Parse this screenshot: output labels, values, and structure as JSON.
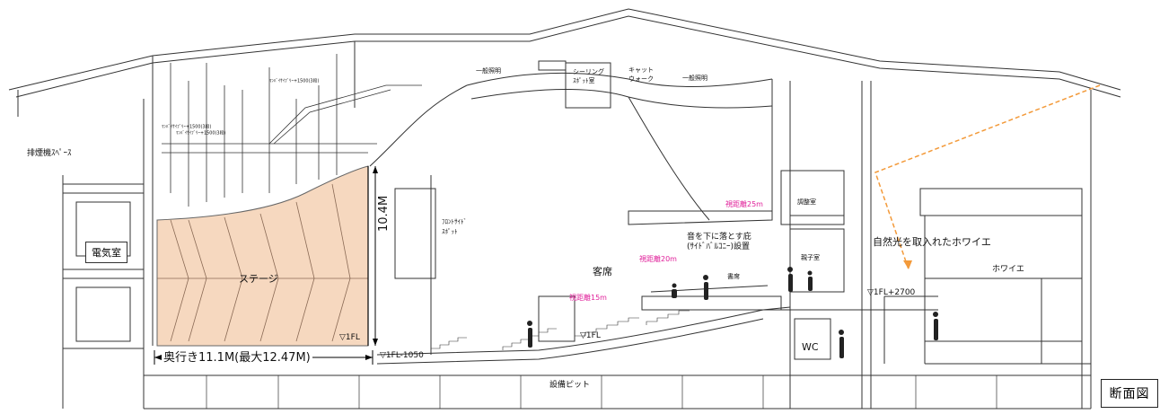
{
  "labels": {
    "smoke_space": "排煙機ｽﾍﾟｰｽ",
    "electric_room": "電気室",
    "stage": "ステージ",
    "stage_height": "10.4M",
    "stage_depth": "奥行き11.1M(最大12.47M)",
    "fl_stage": "▽1FL",
    "fl_pit": "▽1FL-1050",
    "fl_mid": "▽1FL",
    "fl_foyer": "▽1FL+2700",
    "front_side_spot": "ﾌﾛﾝﾄｻｲﾄﾞ\nｽﾎﾟｯﾄ",
    "general_light_left": "一般照明",
    "general_light_right": "一般照明",
    "ceiling_spot": "シーリング\nｽﾎﾟｯﾄ室",
    "catwalk": "キャット\nウォーク",
    "audience": "客席",
    "upper_seats": "書席",
    "sound_note": "音を下に落とす庇\n(ｻｲﾄﾞﾊﾞﾙｺﾆｰ)設置",
    "control_room": "調整室",
    "parent_child_room": "親子室",
    "natural_light": "自然光を取入れたホワイエ",
    "foyer": "ホワイエ",
    "wc": "WC",
    "equipment_pit": "設備ピット",
    "view_25": "視距離25m",
    "view_20": "視距離20m",
    "view_15": "視距離15m",
    "batten_1": "ﾏﾝﾊﾞｲｻｲﾌﾞﾘｰ+1500(3段)",
    "batten_2": "ﾏﾝﾊﾞｲｻｲﾌﾞﾘｰ+1500(3段)",
    "batten_3": "ﾏﾝﾊﾞｲｻｲﾌﾞﾘｰ+1500(3段)"
  },
  "title": "断面図",
  "colors": {
    "stage_fill": "#f6d8bf",
    "line": "#333333",
    "sunlight": "#f39a3a",
    "accent_pink": "#e0209a"
  }
}
